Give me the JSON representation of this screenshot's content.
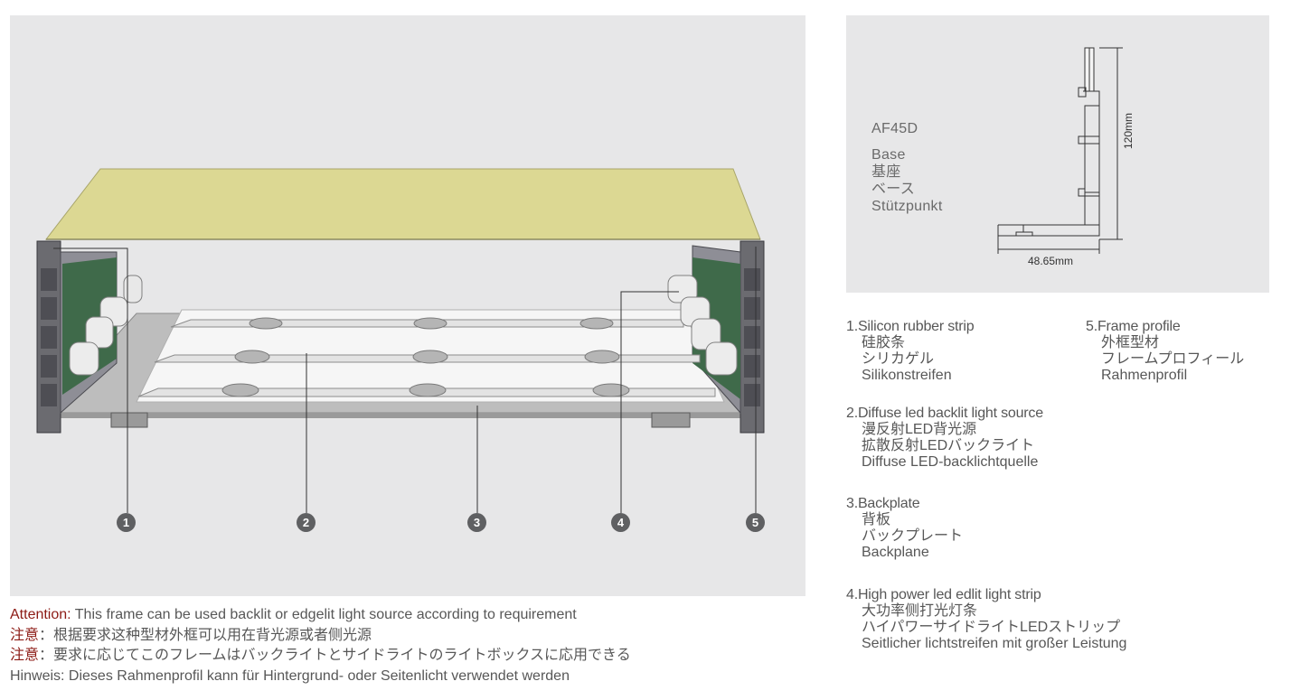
{
  "callouts": [
    "1",
    "2",
    "3",
    "4",
    "5"
  ],
  "profile": {
    "code": "AF45D",
    "names": [
      "Base",
      "基座",
      "ベース",
      "Stützpunkt"
    ],
    "height_label": "120mm",
    "width_label": "48.65mm"
  },
  "legend": [
    {
      "title": "1.Silicon rubber strip",
      "lines": [
        "硅胶条",
        "シリカゲル",
        "Silikonstreifen"
      ]
    },
    {
      "title": "2.Diffuse led backlit light source",
      "lines": [
        "漫反射LED背光源",
        "拡散反射LEDバックライト",
        "Diffuse LED-backlichtquelle"
      ]
    },
    {
      "title": "3.Backplate",
      "lines": [
        "背板",
        "バックプレート",
        "Backplane"
      ]
    },
    {
      "title": "4.High power led edlit light strip",
      "lines": [
        "大功率侧打光灯条",
        "ハイパワーサイドライトLEDストリップ",
        "Seitlicher lichtstreifen mit großer Leistung"
      ]
    },
    {
      "title": "5.Frame profile",
      "lines": [
        "外框型材",
        "フレームプロフィール",
        "Rahmenprofil"
      ]
    }
  ],
  "notes": {
    "en_label": "Attention:",
    "en_text": " This frame can be used backlit or edgelit light source according to requirement",
    "zh_label": "注意",
    "zh_text": "：根据要求这种型材外框可以用在背光源或者侧光源",
    "ja_label": "注意",
    "ja_text": "：要求に応じてこのフレームはバックライトとサイドライトのライトボックスに応用できる",
    "de_text": "Hinweis: Dieses Rahmenprofil kann für Hintergrund- oder Seitenlicht verwendet werden"
  },
  "colors": {
    "panel_bg": "#e7e7e8",
    "face_fill": "#dcd893",
    "frame_dark": "#5a5a5e",
    "pcb_green": "#3f6a4a",
    "attention_red": "#8c1a14",
    "callout_fill": "#5f6062"
  }
}
